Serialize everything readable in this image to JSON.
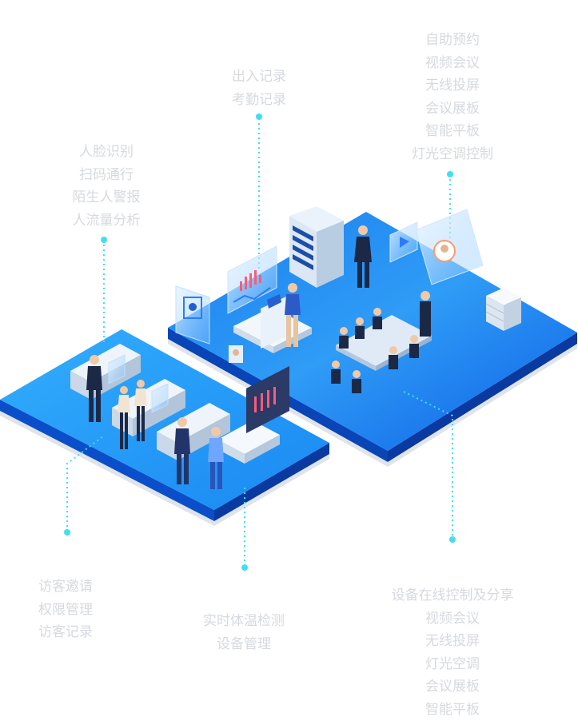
{
  "labels": {
    "meeting_room": [
      "自助预约",
      "视频会议",
      "无线投屏",
      "会议展板",
      "智能平板",
      "灯光空调控制"
    ],
    "attendance": [
      "出入记录",
      "考勤记录"
    ],
    "face_gate": [
      "人脸识别",
      "扫码通行",
      "陌生人警报",
      "人流量分析"
    ],
    "visitor": [
      "访客邀请",
      "权限管理",
      "访客记录"
    ],
    "temperature": [
      "实时体温检测",
      "设备管理"
    ],
    "device_control": [
      "设备在线控制及分享",
      "视频会议",
      "无线投屏",
      "灯光空调",
      "会议展板",
      "智能平板"
    ]
  },
  "colors": {
    "platform_top_light": "#36aefc",
    "platform_top_dark": "#0c5fe8",
    "platform_side": "#0b3fb0",
    "label_text": "#d6d9de",
    "connector": "#3fe0f0"
  },
  "icons": [
    "face-id-panel-icon",
    "server-rack-icon",
    "data-chart-screen-icon",
    "video-call-screen-icon",
    "storage-box-icon",
    "turnstile-gate-icon",
    "temperature-kiosk-icon",
    "laptop-icon"
  ]
}
